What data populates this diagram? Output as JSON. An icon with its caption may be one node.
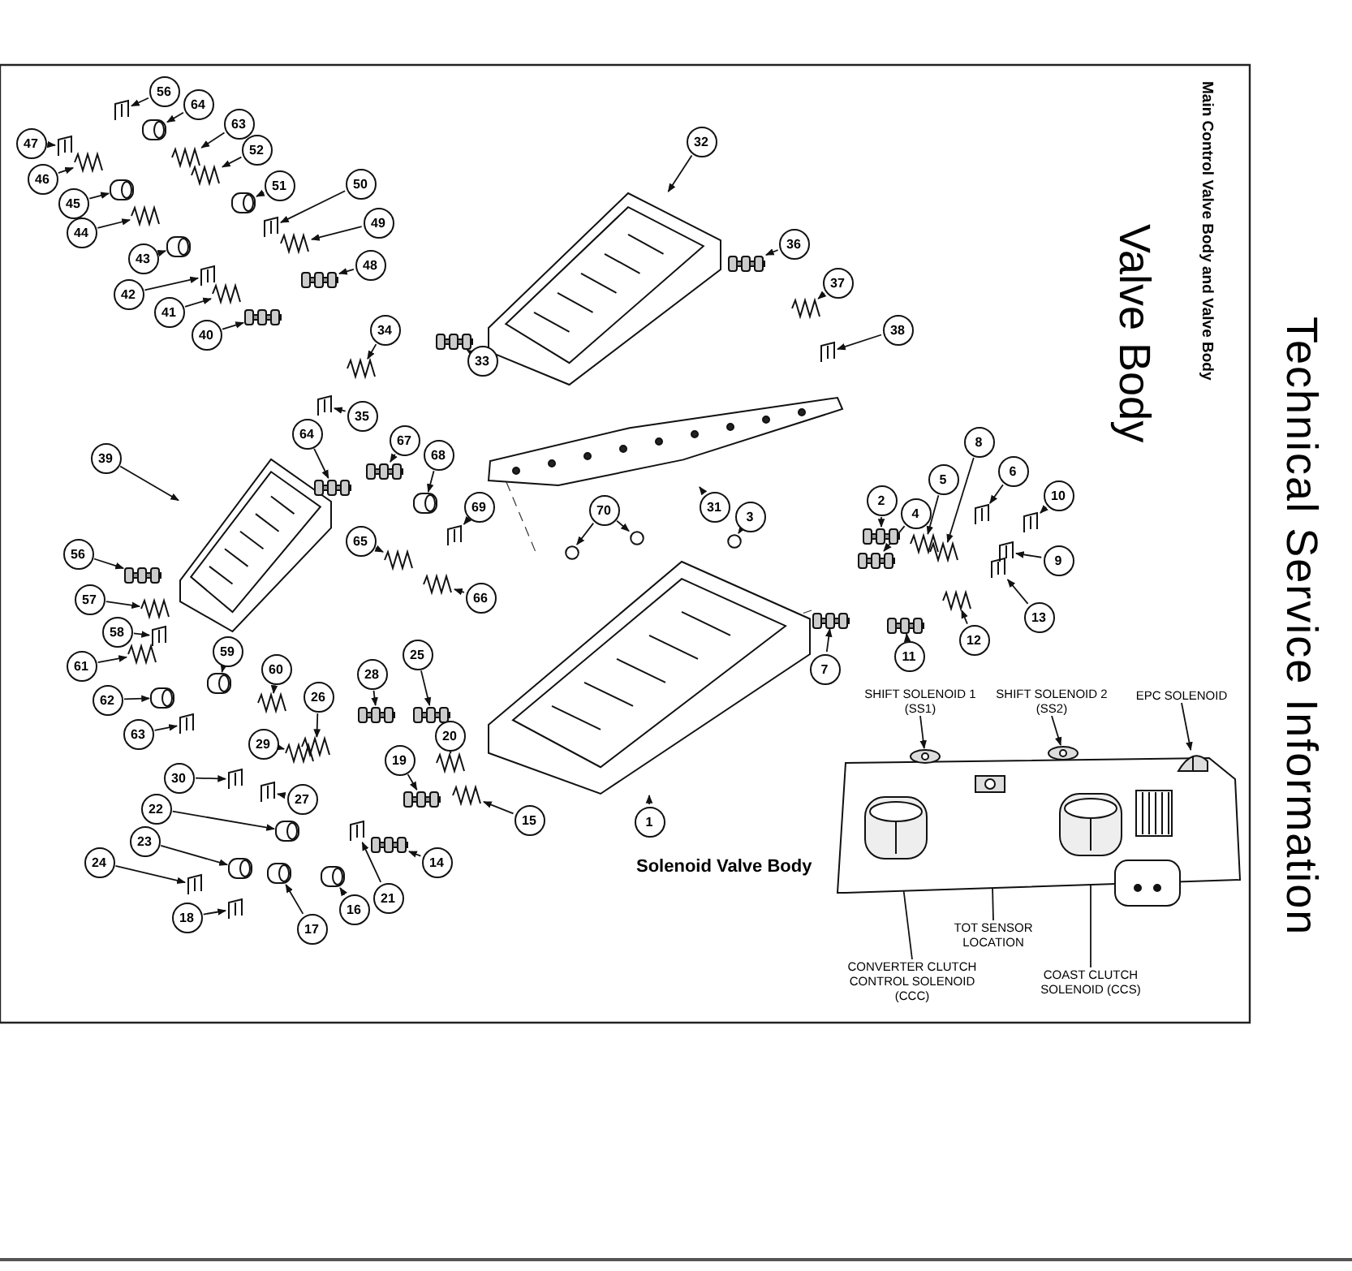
{
  "diagram": {
    "title": "Valve Body",
    "nodes": [
      {
        "text": [
          "56"
        ]
      },
      {
        "text": [
          "64"
        ]
      },
      {
        "text": [
          "47"
        ]
      },
      {
        "text": [
          "63"
        ]
      },
      {
        "text": [
          "52"
        ]
      },
      {
        "text": [
          "46"
        ]
      },
      {
        "text": [
          "51"
        ]
      },
      {
        "text": [
          "45"
        ]
      },
      {
        "text": [
          "50"
        ]
      },
      {
        "text": [
          "44"
        ]
      },
      {
        "text": [
          "49"
        ]
      },
      {
        "text": [
          "43"
        ]
      },
      {
        "text": [
          "48"
        ]
      },
      {
        "text": [
          "42"
        ]
      },
      {
        "text": [
          "41"
        ]
      },
      {
        "text": [
          "40"
        ]
      },
      {
        "text": [
          "32"
        ]
      },
      {
        "text": [
          "36"
        ]
      },
      {
        "text": [
          "37"
        ]
      },
      {
        "text": [
          "38"
        ]
      },
      {
        "text": [
          "34"
        ]
      },
      {
        "text": [
          "33"
        ]
      },
      {
        "text": [
          "35"
        ]
      },
      {
        "text": [
          "31"
        ]
      },
      {
        "text": [
          "39"
        ]
      },
      {
        "text": [
          "64"
        ]
      },
      {
        "text": [
          "67"
        ]
      },
      {
        "text": [
          "68"
        ]
      },
      {
        "text": [
          "69"
        ]
      },
      {
        "text": [
          "65"
        ]
      },
      {
        "text": [
          "66"
        ]
      },
      {
        "text": [
          "56"
        ]
      },
      {
        "text": [
          "57"
        ]
      },
      {
        "text": [
          "58"
        ]
      },
      {
        "text": [
          "59"
        ]
      },
      {
        "text": [
          "61"
        ]
      },
      {
        "text": [
          "60"
        ]
      },
      {
        "text": [
          "62"
        ]
      },
      {
        "text": [
          "63"
        ]
      },
      {
        "text": [
          "28"
        ]
      },
      {
        "text": [
          "25"
        ]
      },
      {
        "text": [
          "26"
        ]
      },
      {
        "text": [
          "29"
        ]
      },
      {
        "text": [
          "20"
        ]
      },
      {
        "text": [
          "19"
        ]
      },
      {
        "text": [
          "30"
        ]
      },
      {
        "text": [
          "27"
        ]
      },
      {
        "text": [
          "22"
        ]
      },
      {
        "text": [
          "21"
        ]
      },
      {
        "text": [
          "14"
        ]
      },
      {
        "text": [
          "15"
        ]
      },
      {
        "text": [
          "23"
        ]
      },
      {
        "text": [
          "24"
        ]
      },
      {
        "text": [
          "16"
        ]
      },
      {
        "text": [
          "17"
        ]
      },
      {
        "text": [
          "18"
        ]
      },
      {
        "text": [
          "70"
        ]
      },
      {
        "text": [
          "3"
        ]
      },
      {
        "text": [
          "2"
        ]
      },
      {
        "text": [
          "4"
        ]
      },
      {
        "text": [
          "5"
        ]
      },
      {
        "text": [
          "8"
        ]
      },
      {
        "text": [
          "6"
        ]
      },
      {
        "text": [
          "10"
        ]
      },
      {
        "text": [
          "9"
        ]
      },
      {
        "text": [
          "13"
        ]
      },
      {
        "text": [
          "12"
        ]
      },
      {
        "text": [
          "11"
        ]
      },
      {
        "text": [
          "7"
        ]
      },
      {
        "text": [
          "1"
        ]
      },
      {
        "text": [
          "SHIFT SOLENOID 1 (SS1)"
        ]
      },
      {
        "text": [
          "SHIFT SOLENOID 2 (SS2)"
        ]
      },
      {
        "text": [
          "EPC SOLENOID"
        ]
      },
      {
        "text": [
          "TOT SENSOR LOCATION"
        ]
      },
      {
        "text": [
          "CONVERTER CLUTCH CONTROL SOLENOID (CCC)"
        ]
      },
      {
        "text": [
          "COAST CLUTCH SOLENOID (CCS)"
        ]
      },
      {
        "text": [],
        "shape": "picture"
      },
      {
        "text": [],
        "shape": "picture"
      },
      {
        "text": [],
        "shape": "picture"
      },
      {
        "text": [],
        "shape": "picture"
      },
      {
        "text": [],
        "shape": "picture"
      },
      {
        "text": [],
        "shape": "picture"
      },
      {
        "text": [],
        "shape": "picture"
      },
      {
        "text": [],
        "shape": "picture"
      },
      {
        "text": [],
        "shape": "picture"
      },
      {
        "text": [],
        "shape": "picture"
      },
      {
        "text": [],
        "shape": "picture"
      },
      {
        "text": [],
        "shape": "picture"
      },
      {
        "text": [],
        "shape": "picture"
      },
      {
        "text": [],
        "shape": "picture"
      },
      {
        "text": [],
        "shape": "picture"
      },
      {
        "text": [],
        "shape": "picture"
      },
      {
        "text": [],
        "shape": "picture"
      },
      {
        "text": [],
        "shape": "picture"
      },
      {
        "text": [],
        "shape": "picture"
      },
      {
        "text": [],
        "shape": "picture"
      },
      {
        "text": [],
        "shape": "picture"
      },
      {
        "text": [],
        "shape": "picture"
      },
      {
        "text": [],
        "shape": "picture"
      },
      {
        "text": [],
        "shape": "picture"
      },
      {
        "text": [],
        "shape": "picture"
      },
      {
        "text": [],
        "shape": "picture"
      },
      {
        "text": [],
        "shape": "picture"
      },
      {
        "text": [],
        "shape": "picture"
      },
      {
        "text": [],
        "shape": "picture"
      },
      {
        "text": [],
        "shape": "picture"
      },
      {
        "text": [],
        "shape": "picture"
      },
      {
        "text": [],
        "shape": "picture"
      },
      {
        "text": [],
        "shape": "picture"
      },
      {
        "text": [],
        "shape": "picture"
      },
      {
        "text": [],
        "shape": "picture"
      },
      {
        "text": [],
        "shape": "picture"
      },
      {
        "text": [],
        "shape": "picture"
      },
      {
        "text": [],
        "shape": "picture"
      },
      {
        "text": [],
        "shape": "picture"
      },
      {
        "text": [],
        "shape": "picture"
      },
      {
        "text": [],
        "shape": "picture"
      },
      {
        "text": [],
        "shape": "picture"
      },
      {
        "text": [],
        "shape": "picture"
      },
      {
        "text": [],
        "shape": "picture"
      },
      {
        "text": [],
        "shape": "picture"
      },
      {
        "text": [],
        "shape": "picture"
      },
      {
        "text": [],
        "shape": "picture"
      },
      {
        "text": [],
        "shape": "picture"
      },
      {
        "text": [],
        "shape": "picture"
      },
      {
        "text": [],
        "shape": "picture"
      },
      {
        "text": [],
        "shape": "picture"
      },
      {
        "text": [],
        "shape": "picture"
      },
      {
        "text": [],
        "shape": "picture"
      },
      {
        "text": [],
        "shape": "picture"
      },
      {
        "text": [],
        "shape": "picture"
      },
      {
        "text": [],
        "shape": "picture"
      },
      {
        "text": [],
        "shape": "picture"
      },
      {
        "text": [],
        "shape": "circle"
      },
      {
        "text": [],
        "shape": "circle"
      },
      {
        "text": [],
        "shape": "circle"
      },
      {
        "text": [],
        "shape": "picture"
      },
      {
        "text": [],
        "shape": "picture"
      },
      {
        "text": [],
        "shape": "picture"
      },
      {
        "text": [],
        "shape": "picture"
      },
      {
        "text": [],
        "shape": "picture"
      },
      {
        "text": [],
        "shape": "picture"
      },
      {
        "text": [],
        "shape": "picture"
      },
      {
        "text": [],
        "shape": "picture"
      },
      {
        "text": [],
        "shape": "picture"
      },
      {
        "text": [],
        "shape": "picture"
      },
      {
        "text": [],
        "shape": "picture"
      },
      {
        "text": [],
        "shape": "picture"
      },
      {
        "text": [],
        "shape": "picture",
        "in": 76
      },
      {
        "text": [],
        "shape": "picture",
        "in": 76
      },
      {
        "text": [],
        "shape": "picture",
        "in": 76
      },
      {
        "text": [],
        "shape": "picture",
        "in": 76
      },
      {
        "text": [],
        "shape": "picture",
        "in": 76
      },
      {
        "text": [],
        "shape": "picture",
        "in": 76
      }
    ],
    "edges": [
      {
        "from": 0,
        "to": 77,
        "arrow": "to"
      },
      {
        "from": 1,
        "to": 78,
        "arrow": "to"
      },
      {
        "from": 2,
        "to": 79,
        "arrow": "to"
      },
      {
        "from": 3,
        "to": 80,
        "arrow": "to"
      },
      {
        "from": 4,
        "to": 81,
        "arrow": "to"
      },
      {
        "from": 5,
        "to": 82,
        "arrow": "to"
      },
      {
        "from": 6,
        "to": 83,
        "arrow": "to"
      },
      {
        "from": 7,
        "to": 84,
        "arrow": "to"
      },
      {
        "from": 8,
        "to": 85,
        "arrow": "to"
      },
      {
        "from": 9,
        "to": 86,
        "arrow": "to"
      },
      {
        "from": 10,
        "to": 87,
        "arrow": "to"
      },
      {
        "from": 11,
        "to": 88,
        "arrow": "to"
      },
      {
        "from": 12,
        "to": 89,
        "arrow": "to"
      },
      {
        "from": 13,
        "to": 90,
        "arrow": "to"
      },
      {
        "from": 14,
        "to": 91,
        "arrow": "to"
      },
      {
        "from": 15,
        "to": 92,
        "arrow": "to"
      },
      {
        "from": 16,
        "to": 93,
        "arrow": "to"
      },
      {
        "from": 17,
        "to": 94,
        "arrow": "to"
      },
      {
        "from": 18,
        "to": 95,
        "arrow": "to"
      },
      {
        "from": 19,
        "to": 96,
        "arrow": "to"
      },
      {
        "from": 20,
        "to": 97,
        "arrow": "to"
      },
      {
        "from": 21,
        "to": 98,
        "arrow": "to"
      },
      {
        "from": 22,
        "to": 99,
        "arrow": "to"
      },
      {
        "from": 23,
        "to": 100,
        "arrow": "to"
      },
      {
        "from": 24,
        "to": 101,
        "arrow": "to"
      },
      {
        "from": 25,
        "to": 102,
        "arrow": "to"
      },
      {
        "from": 26,
        "to": 103,
        "arrow": "to"
      },
      {
        "from": 27,
        "to": 104,
        "arrow": "to"
      },
      {
        "from": 28,
        "to": 105,
        "arrow": "to"
      },
      {
        "from": 29,
        "to": 106,
        "arrow": "to"
      },
      {
        "from": 30,
        "to": 107,
        "arrow": "to"
      },
      {
        "from": 31,
        "to": 108,
        "arrow": "to"
      },
      {
        "from": 32,
        "to": 109,
        "arrow": "to"
      },
      {
        "from": 33,
        "to": 110,
        "arrow": "to"
      },
      {
        "from": 34,
        "to": 111,
        "arrow": "to"
      },
      {
        "from": 35,
        "to": 112,
        "arrow": "to"
      },
      {
        "from": 36,
        "to": 113,
        "arrow": "to"
      },
      {
        "from": 37,
        "to": 114,
        "arrow": "to"
      },
      {
        "from": 38,
        "to": 115,
        "arrow": "to"
      },
      {
        "from": 39,
        "to": 116,
        "arrow": "to"
      },
      {
        "from": 40,
        "to": 117,
        "arrow": "to"
      },
      {
        "from": 41,
        "to": 118,
        "arrow": "to"
      },
      {
        "from": 42,
        "to": 119,
        "arrow": "to"
      },
      {
        "from": 43,
        "to": 120,
        "arrow": "to"
      },
      {
        "from": 44,
        "to": 121,
        "arrow": "to"
      },
      {
        "from": 45,
        "to": 122,
        "arrow": "to"
      },
      {
        "from": 46,
        "to": 123,
        "arrow": "to"
      },
      {
        "from": 47,
        "to": 124,
        "arrow": "to"
      },
      {
        "from": 48,
        "to": 125,
        "arrow": "to"
      },
      {
        "from": 49,
        "to": 126,
        "arrow": "to"
      },
      {
        "from": 50,
        "to": 127,
        "arrow": "to"
      },
      {
        "from": 51,
        "to": 128,
        "arrow": "to"
      },
      {
        "from": 52,
        "to": 129,
        "arrow": "to"
      },
      {
        "from": 53,
        "to": 130,
        "arrow": "to"
      },
      {
        "from": 54,
        "to": 131,
        "arrow": "to"
      },
      {
        "from": 55,
        "to": 132,
        "arrow": "to"
      },
      {
        "from": 56,
        "to": 133,
        "arrow": "to"
      },
      {
        "from": 56,
        "to": 134,
        "arrow": "to"
      },
      {
        "from": 57,
        "to": 135,
        "arrow": "to"
      },
      {
        "from": 58,
        "to": 136,
        "arrow": "to"
      },
      {
        "from": 59,
        "to": 137,
        "arrow": "to"
      },
      {
        "from": 60,
        "to": 138,
        "arrow": "to"
      },
      {
        "from": 61,
        "to": 139,
        "arrow": "to"
      },
      {
        "from": 62,
        "to": 140,
        "arrow": "to"
      },
      {
        "from": 63,
        "to": 141,
        "arrow": "to"
      },
      {
        "from": 64,
        "to": 142,
        "arrow": "to"
      },
      {
        "from": 65,
        "to": 143,
        "arrow": "to"
      },
      {
        "from": 66,
        "to": 144,
        "arrow": "to"
      },
      {
        "from": 67,
        "to": 145,
        "arrow": "to"
      },
      {
        "from": 68,
        "to": 146,
        "arrow": "to"
      },
      {
        "from": 69,
        "to": 147,
        "arrow": "to"
      },
      {
        "from": 70,
        "to": 148,
        "arrow": "to"
      },
      {
        "from": 71,
        "to": 149,
        "arrow": "to"
      },
      {
        "from": 72,
        "to": 150,
        "arrow": "to"
      },
      {
        "from": 73,
        "to": 151,
        "arrow": "to"
      },
      {
        "from": 74,
        "to": 152,
        "arrow": "to"
      },
      {
        "from": 75,
        "to": 153,
        "arrow": "to"
      }
    ],
    "labels": [
      "Main Control Valve Body and Valve Body",
      "Technical Service Information",
      "Solenoid Valve Body"
    ]
  }
}
